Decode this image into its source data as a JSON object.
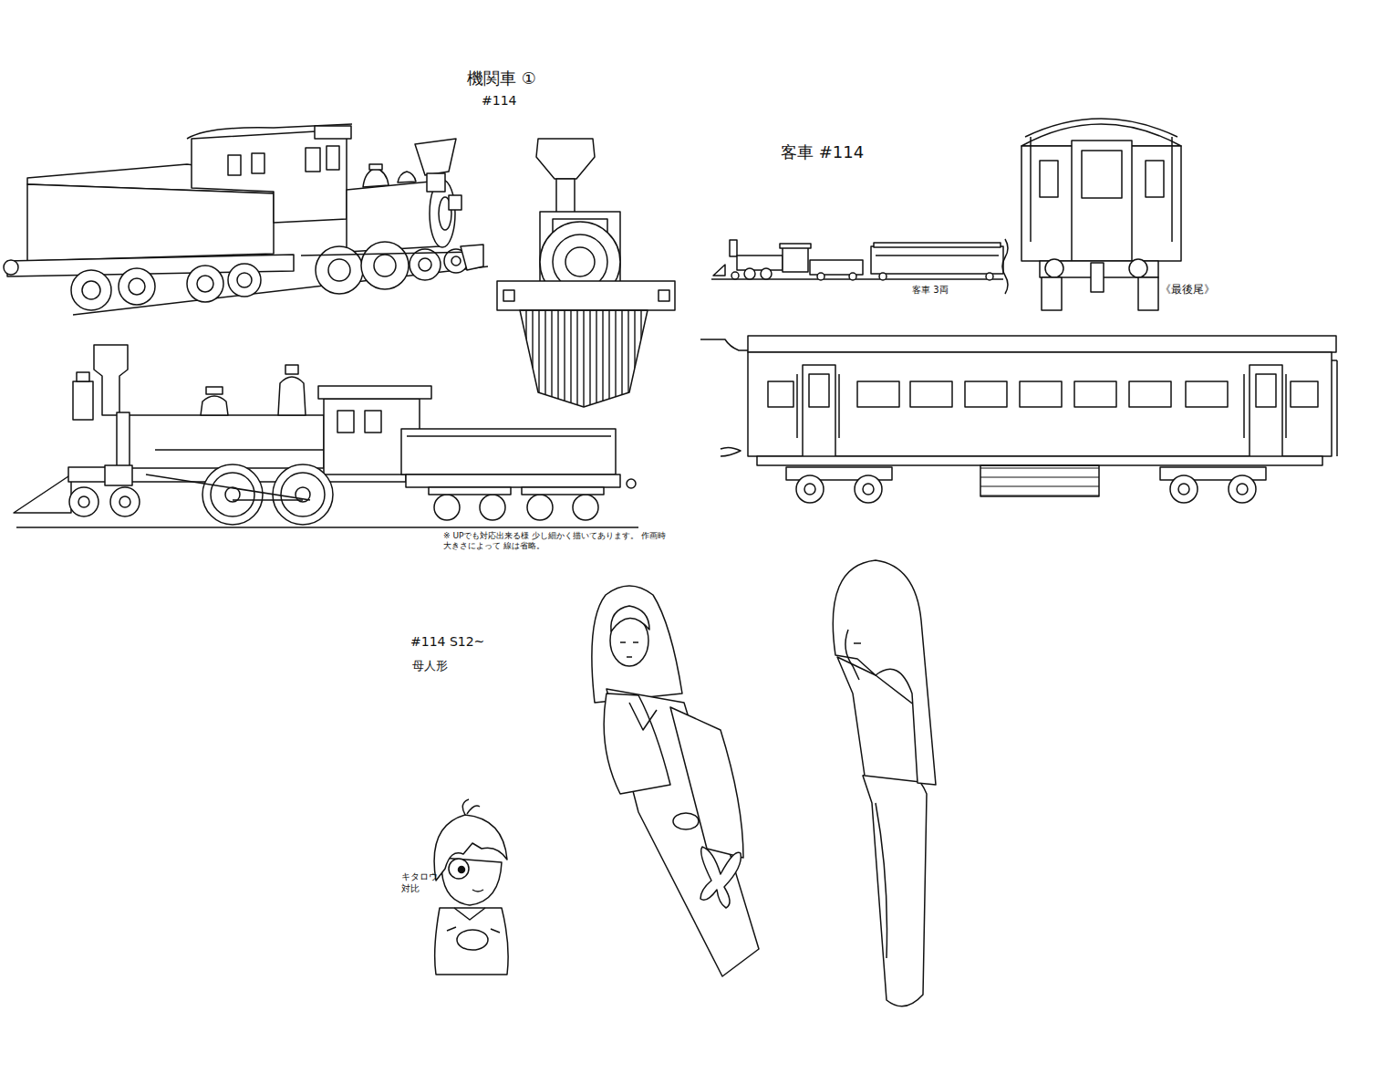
{
  "diagram": {
    "labels": [
      "機関車 ①",
      "#114",
      "客車 #114",
      "客車 3両",
      "《最後尾》",
      "※ UPでも対応出来る様 少し細かく描いてあります。 作画時 大きさによって 線は省略。",
      "#114 S12~",
      "母人形",
      "キタロウ 対比"
    ]
  }
}
